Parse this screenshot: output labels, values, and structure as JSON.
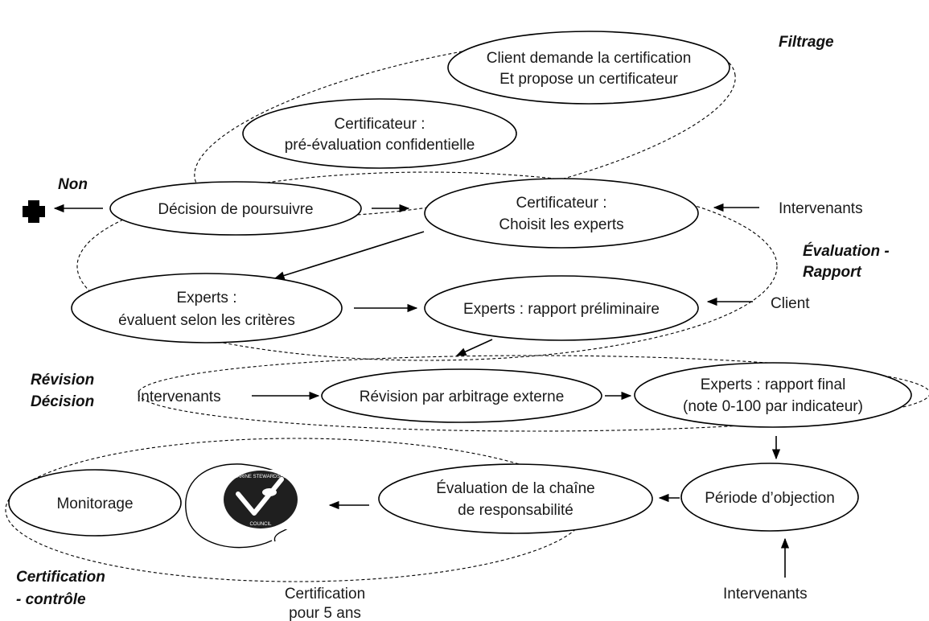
{
  "phases": {
    "filtrage": "Filtrage",
    "evaluation_line1": "Évaluation -",
    "evaluation_line2": "Rapport",
    "revision_line1": "Révision",
    "revision_line2": "Décision",
    "certification_line1": "Certification",
    "certification_line2": "- contrôle"
  },
  "nodes": {
    "client_demande_line1": "Client demande la certification",
    "client_demande_line2": "Et propose un certificateur",
    "pre_evaluation_line1": "Certificateur :",
    "pre_evaluation_line2": "pré-évaluation confidentielle",
    "decision": "Décision de poursuivre",
    "choisit_experts_line1": "Certificateur :",
    "choisit_experts_line2": "Choisit les experts",
    "experts_evaluent_line1": "Experts :",
    "experts_evaluent_line2": "évaluent selon les critères",
    "rapport_preliminaire": "Experts : rapport préliminaire",
    "revision": "Révision par arbitrage externe",
    "rapport_final_line1": "Experts : rapport final",
    "rapport_final_line2": "(note 0-100 par indicateur)",
    "periode_objection": "Période d’objection",
    "chaine_responsabilite_line1": "Évaluation de la chaîne",
    "chaine_responsabilite_line2": "de responsabilité",
    "monitorage": "Monitorage"
  },
  "labels": {
    "non": "Non",
    "intervenants_1": "Intervenants",
    "client": "Client",
    "intervenants_2": "Intervenants",
    "intervenants_3": "Intervenants",
    "certification_line1": "Certification",
    "certification_line2": "pour 5 ans"
  },
  "logo": {
    "text_top": "MARINE STEWARDSHIP",
    "text_bottom": "COUNCIL",
    "colors": {
      "badge": "#1f1f1f",
      "mark": "#ffffff"
    }
  }
}
